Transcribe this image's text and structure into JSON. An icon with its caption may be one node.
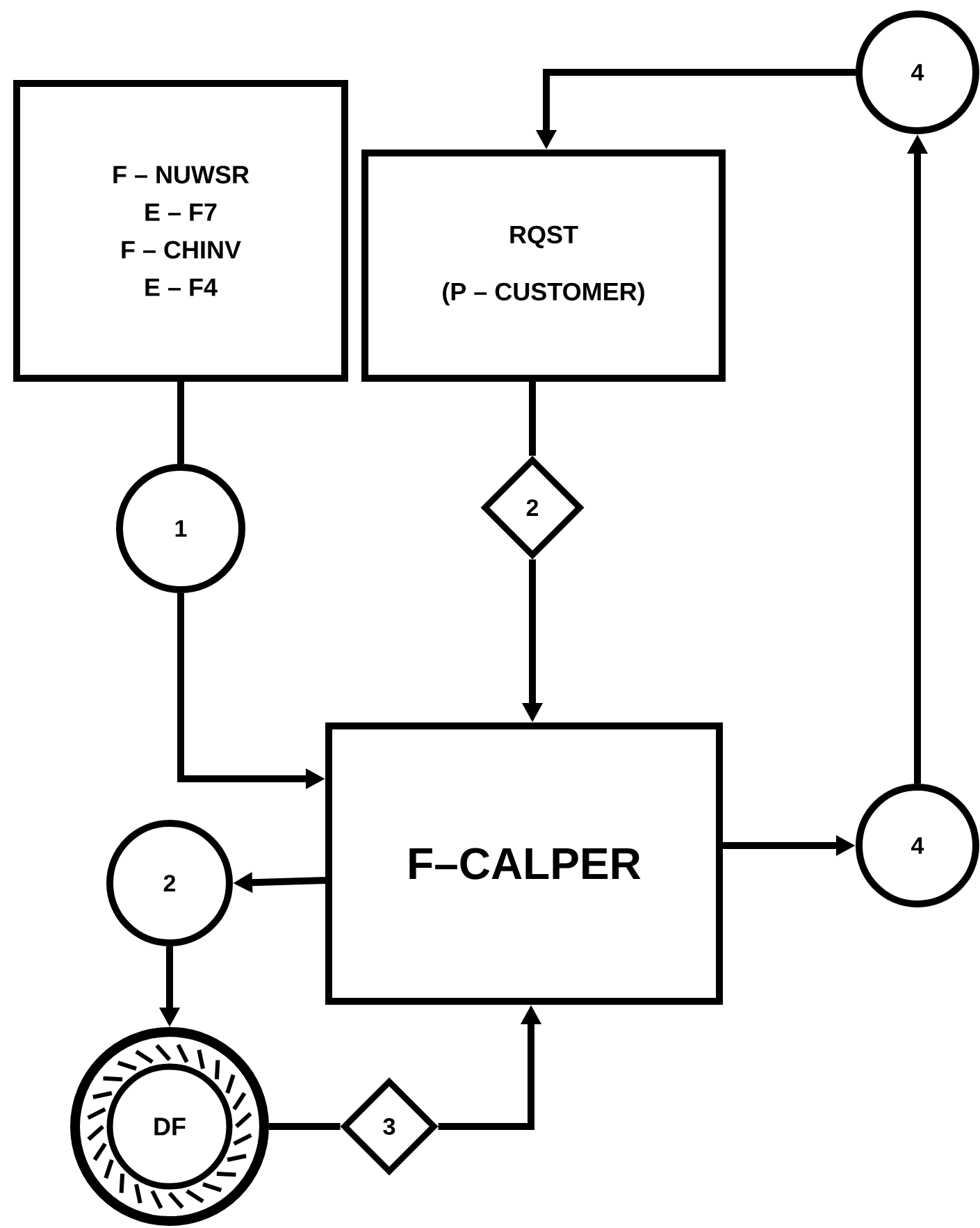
{
  "diagram": {
    "nodes": [
      {
        "text": [
          "F – NUWSR",
          "E – F7",
          "F – CHINV",
          "E – F4"
        ]
      },
      {
        "text": [
          "RQST",
          "(P – CUSTOMER)"
        ]
      },
      {
        "text": [
          "1"
        ]
      },
      {
        "text": [
          "2"
        ]
      },
      {
        "text": [
          "F–CALPER"
        ]
      },
      {
        "text": [
          "2"
        ]
      },
      {
        "text": [
          "4"
        ]
      },
      {
        "text": [
          "4"
        ]
      },
      {
        "text": [
          "DF"
        ]
      },
      {
        "text": [
          "3"
        ]
      }
    ],
    "edges": [
      {
        "from": 0,
        "to": 2,
        "arrow": "none"
      },
      {
        "from": 2,
        "to": 4,
        "arrow": "to"
      },
      {
        "from": 1,
        "to": 3,
        "arrow": "none"
      },
      {
        "from": 3,
        "to": 4,
        "arrow": "to"
      },
      {
        "from": 4,
        "to": 5,
        "arrow": "to"
      },
      {
        "from": 5,
        "to": 8,
        "arrow": "to"
      },
      {
        "from": 8,
        "to": 9,
        "arrow": "none"
      },
      {
        "from": 9,
        "to": 4,
        "arrow": "to"
      },
      {
        "from": 4,
        "to": 6,
        "arrow": "to"
      },
      {
        "from": 6,
        "to": 7,
        "arrow": "to"
      },
      {
        "from": 7,
        "to": 1,
        "arrow": "to"
      }
    ]
  }
}
